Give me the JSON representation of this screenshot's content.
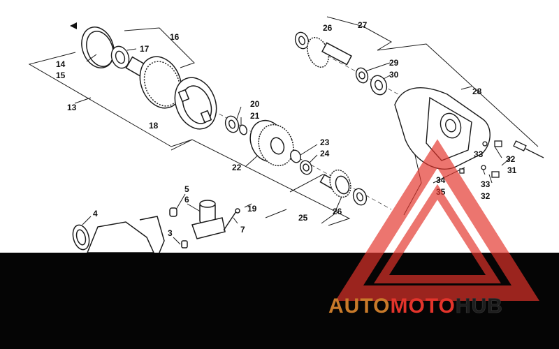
{
  "diagram": {
    "callouts": {
      "c3": "3",
      "c4": "4",
      "c5": "5",
      "c6": "6",
      "c7": "7",
      "c13": "13",
      "c14": "14",
      "c15": "15",
      "c16": "16",
      "c17": "17",
      "c18": "18",
      "c19": "19",
      "c20": "20",
      "c21": "21",
      "c22": "22",
      "c23": "23",
      "c24": "24",
      "c25": "25",
      "c26a": "26",
      "c26b": "26",
      "c27": "27",
      "c28": "28",
      "c29": "29",
      "c30": "30",
      "c31": "31",
      "c32a": "32",
      "c32b": "32",
      "c33a": "33",
      "c33b": "33",
      "c34": "34",
      "c35": "35"
    }
  },
  "watermark": {
    "brand_part1": "AUTO",
    "brand_part2": "MOTO",
    "brand_part3": "HUB",
    "color_orange": "#c87a2a",
    "color_red": "#e3342b",
    "color_dark": "#1e1e1e"
  },
  "colors": {
    "band": "#050505",
    "line": "#1a1a1a"
  }
}
